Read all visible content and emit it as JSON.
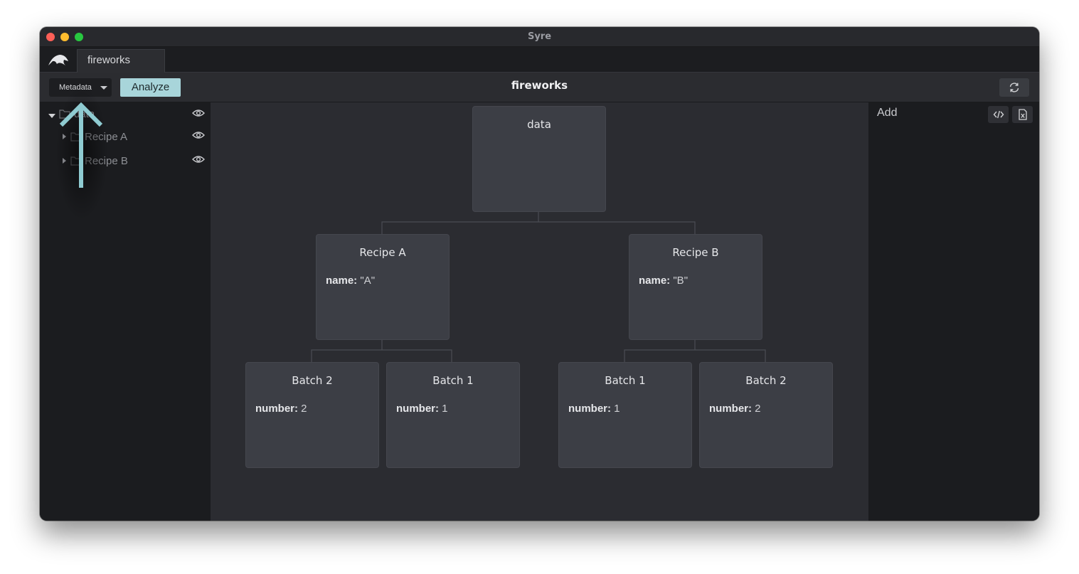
{
  "window": {
    "title": "Syre"
  },
  "tabs": [
    {
      "label": "fireworks"
    }
  ],
  "toolbar": {
    "view_select": "Metadata",
    "analyze_label": "Analyze",
    "project_title": "fireworks"
  },
  "sidebar": {
    "tree": [
      {
        "label": "data",
        "expanded": true
      },
      {
        "label": "Recipe A",
        "expanded": false
      },
      {
        "label": "Recipe B",
        "expanded": false
      }
    ]
  },
  "graph": {
    "root": {
      "title": "data"
    },
    "recipe_a": {
      "title": "Recipe A",
      "prop_key": "name:",
      "prop_val": "\"A\""
    },
    "recipe_b": {
      "title": "Recipe B",
      "prop_key": "name:",
      "prop_val": "\"B\""
    },
    "a_batch2": {
      "title": "Batch 2",
      "prop_key": "number:",
      "prop_val": "2"
    },
    "a_batch1": {
      "title": "Batch 1",
      "prop_key": "number:",
      "prop_val": "1"
    },
    "b_batch1": {
      "title": "Batch 1",
      "prop_key": "number:",
      "prop_val": "1"
    },
    "b_batch2": {
      "title": "Batch 2",
      "prop_key": "number:",
      "prop_val": "2"
    }
  },
  "right_panel": {
    "add_label": "Add"
  },
  "colors": {
    "accent": "#a8d5da",
    "arrow": "#8fcbd1"
  }
}
